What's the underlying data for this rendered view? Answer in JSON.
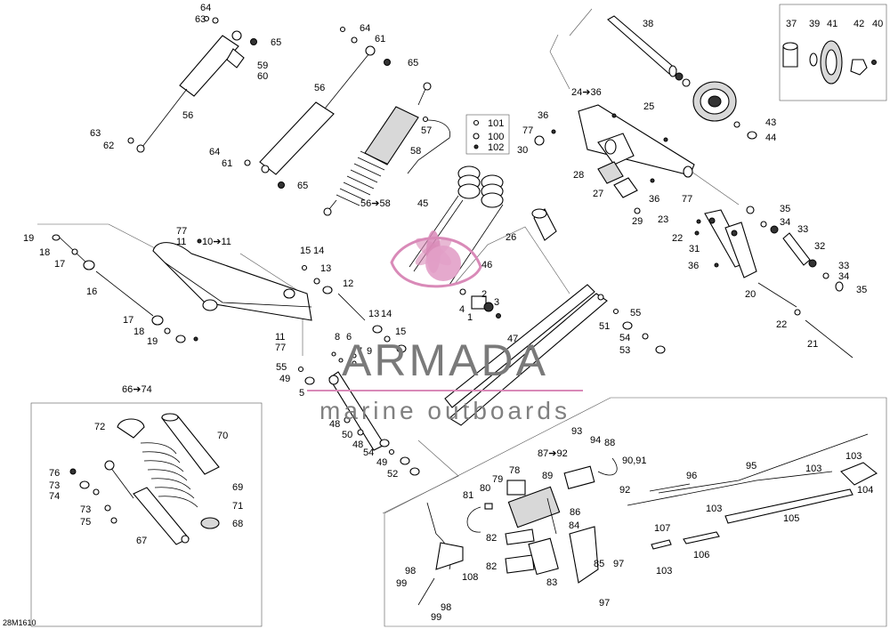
{
  "diagram_code": "28M1610",
  "watermark": {
    "title": "ARMADA",
    "subtitle": "marine outboards",
    "accent_color": "#d98ab8"
  },
  "callouts": [
    {
      "id": "l64a",
      "text": "64"
    },
    {
      "id": "l63a",
      "text": "63"
    },
    {
      "id": "l65a",
      "text": "65"
    },
    {
      "id": "l59",
      "text": "59"
    },
    {
      "id": "l60",
      "text": "60"
    },
    {
      "id": "l56a",
      "text": "56"
    },
    {
      "id": "l63b",
      "text": "63"
    },
    {
      "id": "l62",
      "text": "62"
    },
    {
      "id": "l64b",
      "text": "64"
    },
    {
      "id": "l61a",
      "text": "61"
    },
    {
      "id": "l65b",
      "text": "65"
    },
    {
      "id": "l56b",
      "text": "56"
    },
    {
      "id": "l64c",
      "text": "64"
    },
    {
      "id": "l61b",
      "text": "61"
    },
    {
      "id": "l65c",
      "text": "65"
    },
    {
      "id": "l5658",
      "text": "56➔58"
    },
    {
      "id": "l57",
      "text": "57"
    },
    {
      "id": "l58",
      "text": "58"
    },
    {
      "id": "l101",
      "text": "101"
    },
    {
      "id": "l100",
      "text": "100"
    },
    {
      "id": "l102",
      "text": "102"
    },
    {
      "id": "l45",
      "text": "45"
    },
    {
      "id": "l26",
      "text": "26"
    },
    {
      "id": "l46",
      "text": "46"
    },
    {
      "id": "l2",
      "text": "2"
    },
    {
      "id": "l3",
      "text": "3"
    },
    {
      "id": "l4",
      "text": "4"
    },
    {
      "id": "l1",
      "text": "1"
    },
    {
      "id": "l38",
      "text": "38"
    },
    {
      "id": "l2436",
      "text": "24➔36"
    },
    {
      "id": "l25",
      "text": "25"
    },
    {
      "id": "l36a",
      "text": "36"
    },
    {
      "id": "l77a",
      "text": "77"
    },
    {
      "id": "l30",
      "text": "30"
    },
    {
      "id": "l28",
      "text": "28"
    },
    {
      "id": "l27",
      "text": "27"
    },
    {
      "id": "l36b",
      "text": "36"
    },
    {
      "id": "l77b",
      "text": "77"
    },
    {
      "id": "l29",
      "text": "29"
    },
    {
      "id": "l37",
      "text": "37"
    },
    {
      "id": "l39",
      "text": "39"
    },
    {
      "id": "l41",
      "text": "41"
    },
    {
      "id": "l42",
      "text": "42"
    },
    {
      "id": "l40",
      "text": "40"
    },
    {
      "id": "l43",
      "text": "43"
    },
    {
      "id": "l44",
      "text": "44"
    },
    {
      "id": "l35a",
      "text": "35"
    },
    {
      "id": "l34a",
      "text": "34"
    },
    {
      "id": "l23",
      "text": "23"
    },
    {
      "id": "l33a",
      "text": "33"
    },
    {
      "id": "l22a",
      "text": "22"
    },
    {
      "id": "l31",
      "text": "31"
    },
    {
      "id": "l32",
      "text": "32"
    },
    {
      "id": "l36c",
      "text": "36"
    },
    {
      "id": "l33b",
      "text": "33"
    },
    {
      "id": "l34b",
      "text": "34"
    },
    {
      "id": "l35b",
      "text": "35"
    },
    {
      "id": "l20",
      "text": "20"
    },
    {
      "id": "l22b",
      "text": "22"
    },
    {
      "id": "l21",
      "text": "21"
    },
    {
      "id": "l19a",
      "text": "19"
    },
    {
      "id": "l18a",
      "text": "18"
    },
    {
      "id": "l17a",
      "text": "17"
    },
    {
      "id": "l16",
      "text": "16"
    },
    {
      "id": "l17b",
      "text": "17"
    },
    {
      "id": "l18b",
      "text": "18"
    },
    {
      "id": "l19b",
      "text": "19"
    },
    {
      "id": "l77c",
      "text": "77"
    },
    {
      "id": "l11a",
      "text": "11"
    },
    {
      "id": "l1011",
      "text": "10➔11"
    },
    {
      "id": "l15a",
      "text": "15"
    },
    {
      "id": "l14a",
      "text": "14"
    },
    {
      "id": "l13a",
      "text": "13"
    },
    {
      "id": "l12",
      "text": "12"
    },
    {
      "id": "l13b",
      "text": "13"
    },
    {
      "id": "l14b",
      "text": "14"
    },
    {
      "id": "l15b",
      "text": "15"
    },
    {
      "id": "l11b",
      "text": "11"
    },
    {
      "id": "l77d",
      "text": "77"
    },
    {
      "id": "l8",
      "text": "8"
    },
    {
      "id": "l6",
      "text": "6"
    },
    {
      "id": "l7",
      "text": "7"
    },
    {
      "id": "l9",
      "text": "9"
    },
    {
      "id": "l55a",
      "text": "55"
    },
    {
      "id": "l49a",
      "text": "49"
    },
    {
      "id": "l5",
      "text": "5"
    },
    {
      "id": "l48a",
      "text": "48"
    },
    {
      "id": "l50",
      "text": "50"
    },
    {
      "id": "l48b",
      "text": "48"
    },
    {
      "id": "l54a",
      "text": "54"
    },
    {
      "id": "l49b",
      "text": "49"
    },
    {
      "id": "l52",
      "text": "52"
    },
    {
      "id": "l55b",
      "text": "55"
    },
    {
      "id": "l51",
      "text": "51"
    },
    {
      "id": "l54b",
      "text": "54"
    },
    {
      "id": "l53",
      "text": "53"
    },
    {
      "id": "l47",
      "text": "47"
    },
    {
      "id": "l6674",
      "text": "66➔74"
    },
    {
      "id": "l72",
      "text": "72"
    },
    {
      "id": "l70",
      "text": "70"
    },
    {
      "id": "l76",
      "text": "76"
    },
    {
      "id": "l73a",
      "text": "73"
    },
    {
      "id": "l74",
      "text": "74"
    },
    {
      "id": "l73b",
      "text": "73"
    },
    {
      "id": "l75",
      "text": "75"
    },
    {
      "id": "l69",
      "text": "69"
    },
    {
      "id": "l71",
      "text": "71"
    },
    {
      "id": "l68",
      "text": "68"
    },
    {
      "id": "l67",
      "text": "67"
    },
    {
      "id": "l93",
      "text": "93"
    },
    {
      "id": "l94",
      "text": "94"
    },
    {
      "id": "l88",
      "text": "88"
    },
    {
      "id": "l8792",
      "text": "87➔92"
    },
    {
      "id": "l9091",
      "text": "90,91"
    },
    {
      "id": "l89",
      "text": "89"
    },
    {
      "id": "l92",
      "text": "92"
    },
    {
      "id": "l78",
      "text": "78"
    },
    {
      "id": "l79",
      "text": "79"
    },
    {
      "id": "l80",
      "text": "80"
    },
    {
      "id": "l81",
      "text": "81"
    },
    {
      "id": "l86",
      "text": "86"
    },
    {
      "id": "l84",
      "text": "84"
    },
    {
      "id": "l82a",
      "text": "82"
    },
    {
      "id": "l82b",
      "text": "82"
    },
    {
      "id": "l83",
      "text": "83"
    },
    {
      "id": "l85",
      "text": "85"
    },
    {
      "id": "l97a",
      "text": "97"
    },
    {
      "id": "l97b",
      "text": "97"
    },
    {
      "id": "l96",
      "text": "96"
    },
    {
      "id": "l95",
      "text": "95"
    },
    {
      "id": "l103a",
      "text": "103"
    },
    {
      "id": "l103b",
      "text": "103"
    },
    {
      "id": "l104",
      "text": "104"
    },
    {
      "id": "l103c",
      "text": "103"
    },
    {
      "id": "l105",
      "text": "105"
    },
    {
      "id": "l107",
      "text": "107"
    },
    {
      "id": "l106",
      "text": "106"
    },
    {
      "id": "l103d",
      "text": "103"
    },
    {
      "id": "l98a",
      "text": "98"
    },
    {
      "id": "l99a",
      "text": "99"
    },
    {
      "id": "l108",
      "text": "108"
    },
    {
      "id": "l98b",
      "text": "98"
    },
    {
      "id": "l99b",
      "text": "99"
    }
  ]
}
